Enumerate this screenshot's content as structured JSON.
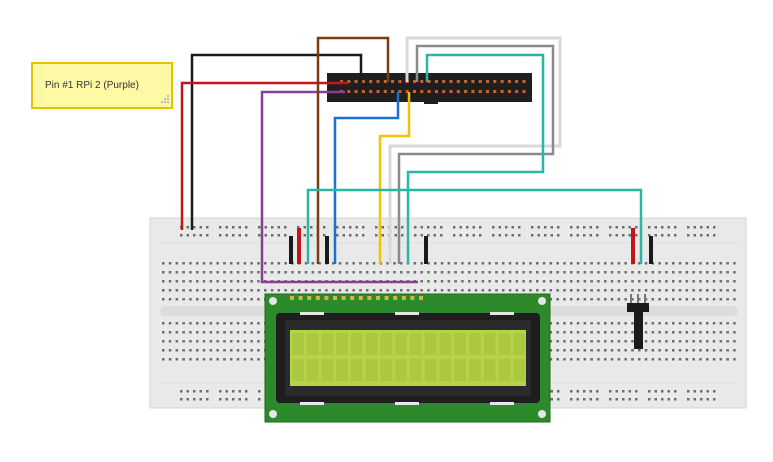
{
  "note": {
    "text": "Pin #1 RPi 2 (Purple)"
  },
  "components": {
    "gpio_header": {
      "pins_per_row": 26,
      "rows": 2,
      "color": "#1f1f1f",
      "pin_color": "#c8662a"
    },
    "breadboard": {
      "color": "#e9e9e9"
    },
    "lcd": {
      "pcb_color": "#2c8a2a",
      "screen_color": "#b6d34a",
      "char_rows": 2,
      "char_cols": 16
    },
    "potentiometer": {
      "body_color": "#1a1a1a"
    }
  },
  "wire_colors": {
    "black": "#1a1a1a",
    "red": "#c2161b",
    "brown": "#7b3c12",
    "purple": "#8b3b98",
    "blue": "#1f6fd1",
    "yellow": "#f2c400",
    "gray": "#8a8a8a",
    "white": "#d9d9d9",
    "teal": "#27b7a7"
  }
}
